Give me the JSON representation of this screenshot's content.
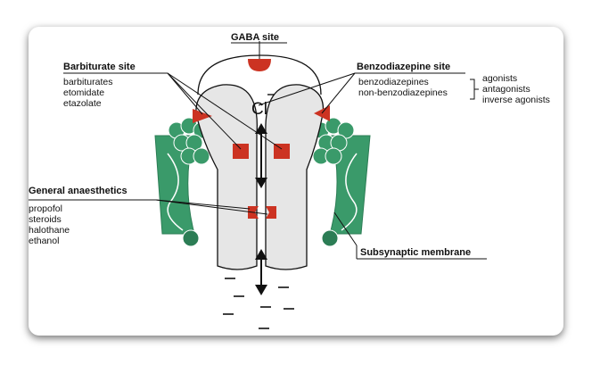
{
  "gaba_site": {
    "title": "GABA site"
  },
  "barbiturate_site": {
    "title": "Barbiturate site",
    "items": [
      "barbiturates",
      "etomidate",
      "etazolate"
    ]
  },
  "benzodiazepine_site": {
    "title": "Benzodiazepine site",
    "items": [
      "benzodiazepines",
      "non-benzodiazepines"
    ],
    "effects": [
      "agonists",
      "antagonists",
      "inverse agonists"
    ]
  },
  "general_anaesthetics": {
    "title": "General anaesthetics",
    "items": [
      "propofol",
      "steroids",
      "halothane",
      "ethanol"
    ]
  },
  "membrane": {
    "label": "Subsynaptic membrane"
  },
  "ion": {
    "label": "Cl"
  },
  "colors": {
    "membrane": "#3a9a6a",
    "membrane_dark": "#2c7d55",
    "receptor_fill": "#e6e6e6",
    "binding_site": "#cc3322"
  }
}
